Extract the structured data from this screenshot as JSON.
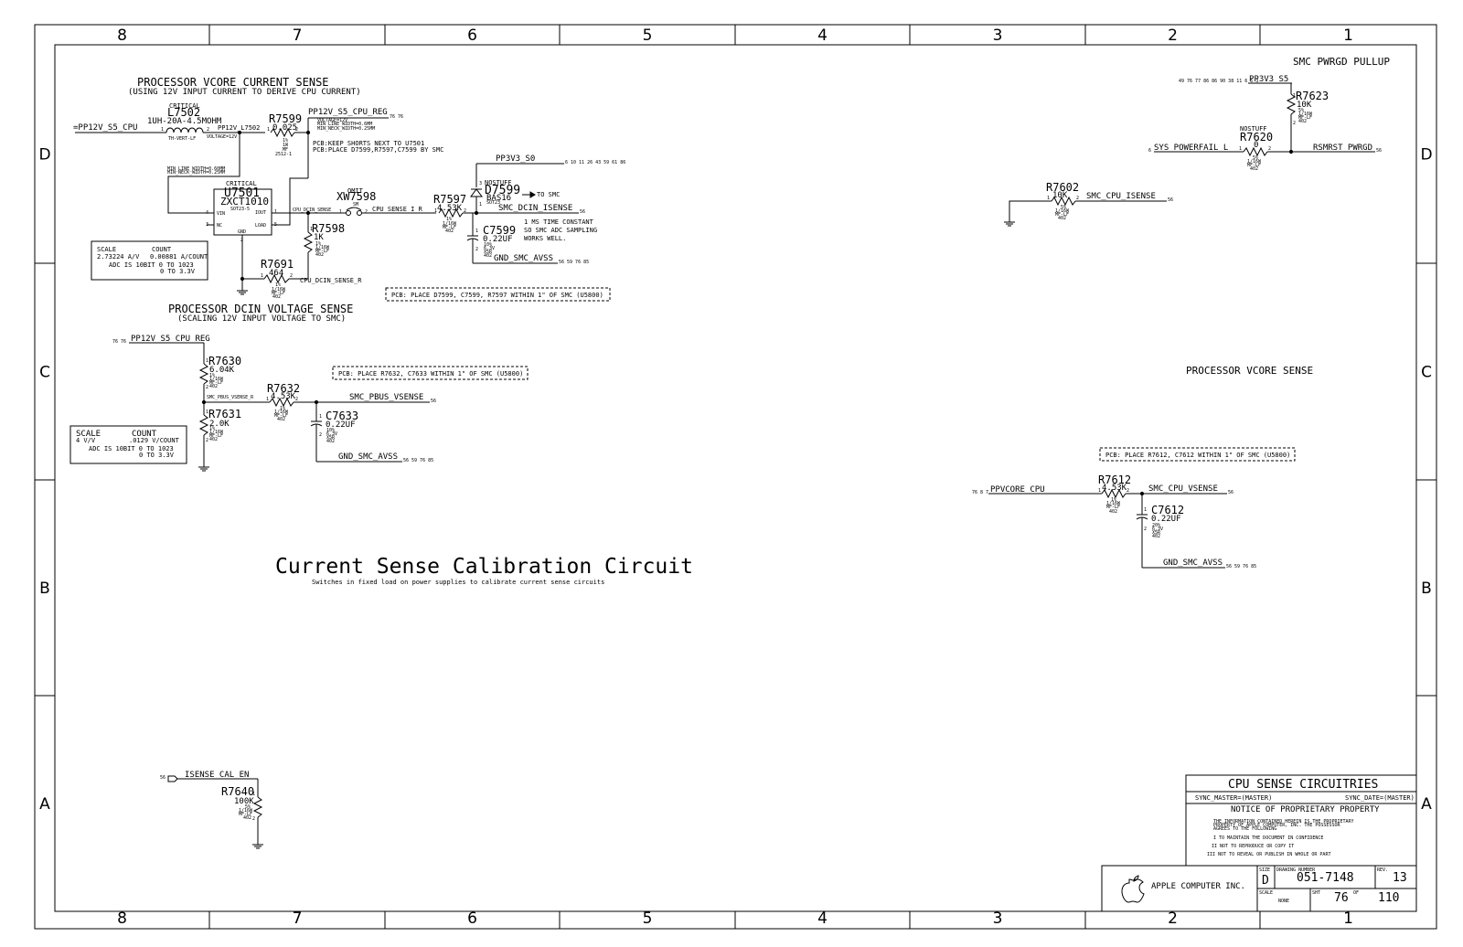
{
  "columns": [
    "8",
    "7",
    "6",
    "5",
    "4",
    "3",
    "2",
    "1"
  ],
  "rows": [
    "D",
    "C",
    "B",
    "A"
  ],
  "vcore_current_sense": {
    "title": "PROCESSOR VCORE CURRENT SENSE",
    "subtitle": "(USING 12V INPUT CURRENT TO DERIVE CPU CURRENT)",
    "l7502": {
      "tag": "CRITICAL",
      "ref": "L7502",
      "value": "1UH-20A-4.5MOHM",
      "pkg": "TH-VERT-LF"
    },
    "r7599": {
      "ref": "R7599",
      "value": "0.025",
      "tol": "1%",
      "pwr": "1W",
      "type": "MF",
      "pkg": "2512-1"
    },
    "u7501": {
      "tag": "CRITICAL",
      "ref": "U7501",
      "part": "ZXCT1010",
      "pkg": "SOT23-5",
      "pins": [
        "VIN",
        "NC",
        "GND",
        "IOUT",
        "LOAD"
      ]
    },
    "xw7598": {
      "tag": "OMIT",
      "ref": "XW7598",
      "type": "SM"
    },
    "r7597": {
      "ref": "R7597",
      "value": "4.53K",
      "tol": "1%",
      "pwr": "1/16W",
      "type": "MF-LF",
      "pkg": "402"
    },
    "r7598": {
      "ref": "R7598",
      "value": "1K",
      "tol": "1%",
      "pwr": "1/16W",
      "type": "MF-LF",
      "pkg": "402"
    },
    "r7691": {
      "ref": "R7691",
      "value": "464",
      "tol": "1%",
      "pwr": "1/16W",
      "type": "MF-LF",
      "pkg": "402"
    },
    "d7599": {
      "tag": "NOSTUFF",
      "ref": "D7599",
      "part": "BAS16",
      "pkg": "SOT23"
    },
    "c7599": {
      "ref": "C7599",
      "value": "0.22UF",
      "tol": "10%",
      "volt": "6.3V",
      "diel": "X5R",
      "pkg": "402"
    },
    "nets": {
      "in": "=PP12V_S5_CPU",
      "mid": "PP12V_L7502",
      "reg": "PP12V_S5_CPU_REG",
      "pp3v3": "PP3V3_S0",
      "cs": "CPU_DCIN_SENSE",
      "csir": "CPU_SENSE_I_R",
      "isense": "SMC_DCIN_ISENSE",
      "gnd": "GND_SMC_AVSS",
      "csr": "CPU_DCIN_SENSE_R"
    },
    "xref_reg": "76 76",
    "xref_pp3v3": "6 10 11 26 43 59 61 86",
    "xref_isense": "56",
    "xref_gnd": "56 59 76 85",
    "voltage_note": "VOLTAGE=12V",
    "reg_props": [
      "VOLTAGE=12V",
      "MIN_LINE_WIDTH=0.6MM",
      "MIN_NECK_WIDTH=0.25MM"
    ],
    "line_width_props": [
      "MIN_LINE_WIDTH=0.60MM",
      "MIN_NECK_WIDTH=0.25MM"
    ],
    "pcb_notes": [
      "PCB:KEEP SHORTS NEXT TO U7501",
      "PCB:PLACE D7599,R7597,C7599 BY SMC"
    ],
    "to_smc": "TO SMC",
    "time_note": [
      "1 MS TIME CONSTANT",
      "SO SMC ADC SAMPLING",
      "WORKS WELL."
    ],
    "pcb_box": "PCB: PLACE D7599, C7599, R7597 WITHIN 1\" OF SMC (U5800)",
    "scale_box": {
      "h1": "SCALE",
      "h2": "COUNT",
      "v1": "2.73224 A/V",
      "v2": "0.00881 A/COUNT",
      "l3": "ADC IS 10BIT 0 TO 1023",
      "l4": "0 TO 3.3V"
    }
  },
  "dcin_voltage_sense": {
    "title": "PROCESSOR DCIN VOLTAGE SENSE",
    "subtitle": "(SCALING 12V INPUT VOLTAGE TO SMC)",
    "net_in": "PP12V_S5_CPU_REG",
    "xref_in": "76 76",
    "r7630": {
      "ref": "R7630",
      "value": "6.04K",
      "tol": "1%",
      "pwr": "1/16W",
      "type": "MF-LF",
      "pkg": "402"
    },
    "r7631": {
      "ref": "R7631",
      "value": "2.0K",
      "tol": "1%",
      "pwr": "1/16W",
      "type": "MF-LF",
      "pkg": "402"
    },
    "r7632": {
      "ref": "R7632",
      "value": "4.53K",
      "tol": "1%",
      "pwr": "1/16W",
      "type": "MF-LF",
      "pkg": "402"
    },
    "c7633": {
      "ref": "C7633",
      "value": "0.22UF",
      "tol": "10%",
      "volt": "6.3V",
      "diel": "X5R",
      "pkg": "402"
    },
    "net_r": "SMC_PBUS_VSENSE_R",
    "net_out": "SMC_PBUS_VSENSE",
    "xref_out": "56",
    "gnd": "GND_SMC_AVSS",
    "xref_gnd": "56 59 76 85",
    "pcb_box": "PCB: PLACE R7632, C7633 WITHIN 1\" OF SMC (U5800)",
    "scale_box": {
      "h1": "SCALE",
      "h2": "COUNT",
      "v1": "4 V/V",
      "v2": ".0129 V/COUNT",
      "l3": "ADC IS 10BIT 0 TO 1023",
      "l4": "0 TO 3.3V"
    }
  },
  "pwrgd_pullup": {
    "title": "SMC PWRGD PULLUP",
    "net_pp": "PP3V3_S5",
    "xref_pp": "49 76 77 86 86 90 38 11 6 5 3",
    "r7623": {
      "ref": "R7623",
      "value": "10K",
      "tol": "5%",
      "pwr": "1/16W",
      "type": "MF-LF",
      "pkg": "402"
    },
    "r7620": {
      "tag": "NOSTUFF",
      "ref": "R7620",
      "value": "0",
      "tol": "5%",
      "pwr": "1/16W",
      "type": "MF-LF",
      "pkg": "402"
    },
    "net_fail": "SYS_POWERFAIL_L",
    "xref_fail": "6",
    "net_rsm": "RSMRST_PWRGD",
    "xref_rsm": "56"
  },
  "cpu_isense": {
    "r7602": {
      "ref": "R7602",
      "value": "10K",
      "tol": "5%",
      "pwr": "1/16W",
      "type": "MF-LF",
      "pkg": "402"
    },
    "net": "SMC_CPU_ISENSE",
    "xref": "56"
  },
  "vcore_sense": {
    "title": "PROCESSOR VCORE SENSE",
    "pcb_box": "PCB: PLACE R7612, C7612 WITHIN 1\" OF SMC (U5800)",
    "net_in": "PPVCORE_CPU",
    "xref_in": "76 8 7",
    "r7612": {
      "ref": "R7612",
      "value": "4.53K",
      "tol": "1%",
      "pwr": "1/16W",
      "type": "MF-LF",
      "pkg": "402"
    },
    "c7612": {
      "ref": "C7612",
      "value": "0.22UF",
      "tol": "20%",
      "volt": "6.3V",
      "diel": "X5R",
      "pkg": "402"
    },
    "net_out": "SMC_CPU_VSENSE",
    "xref_out": "56",
    "gnd": "GND_SMC_AVSS",
    "xref_gnd": "56 59 76 85"
  },
  "calibration": {
    "title": "Current Sense Calibration Circuit",
    "subtitle": "Switches in fixed load on power supplies to calibrate current sense circuits",
    "net": "ISENSE_CAL_EN",
    "xref": "56",
    "r7640": {
      "ref": "R7640",
      "value": "100K",
      "tol": "5%",
      "pwr": "1/16W",
      "type": "MF-LF",
      "pkg": "402"
    }
  },
  "title_block": {
    "title": "CPU SENSE CIRCUITRIES",
    "sync_master": "SYNC_MASTER=(MASTER)",
    "sync_date": "SYNC_DATE=(MASTER)",
    "notice": "NOTICE OF PROPRIETARY PROPERTY",
    "notice_lines": [
      "THE INFORMATION CONTAINED HEREIN IS THE PROPRIETARY",
      "PROPERTY OF APPLE COMPUTER, INC. THE POSSESSOR",
      "AGREES TO THE FOLLOWING"
    ],
    "items": [
      "I TO MAINTAIN THE DOCUMENT IN CONFIDENCE",
      "II NOT TO REPRODUCE OR COPY IT",
      "III NOT TO REVEAL OR PUBLISH IN WHOLE OR PART"
    ],
    "company": "APPLE COMPUTER INC.",
    "size_label": "SIZE",
    "size": "D",
    "drawing_label": "DRAWING NUMBER",
    "drawing": "051-7148",
    "rev_label": "REV.",
    "rev": "13",
    "scale_label": "SCALE",
    "scale": "NONE",
    "sht_label": "SHT",
    "sheet": "76",
    "of_label": "OF",
    "total": "110"
  }
}
